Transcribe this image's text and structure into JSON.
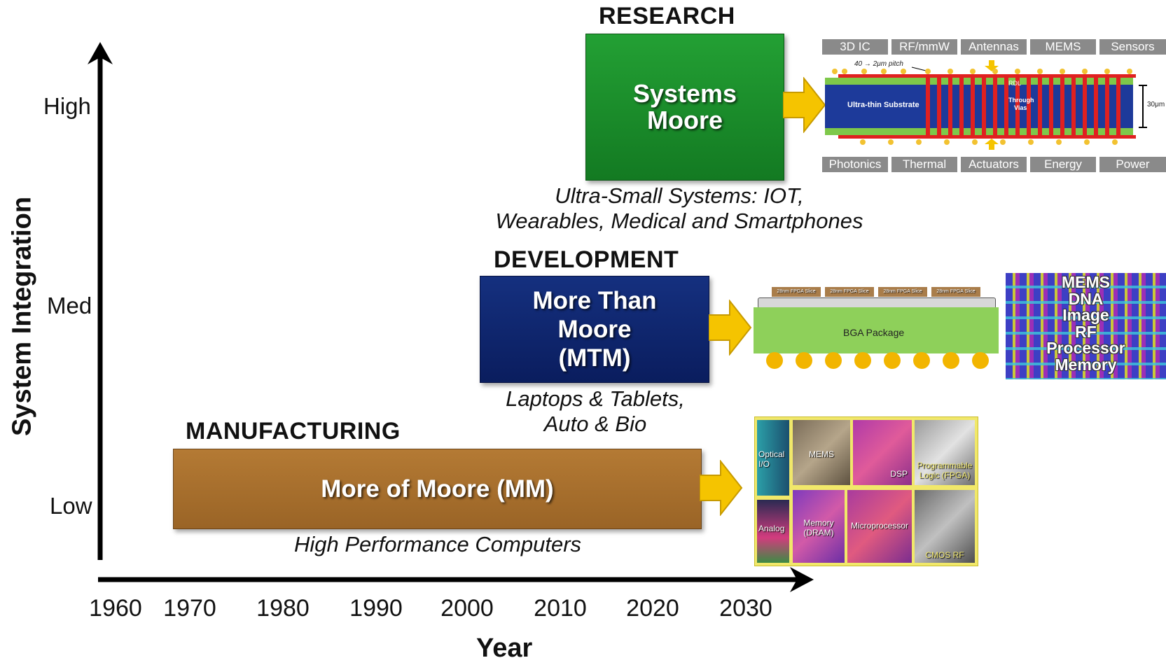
{
  "axes": {
    "y_label": "System Integration",
    "x_label": "Year",
    "y_levels": [
      "High",
      "Med",
      "Low"
    ],
    "x_ticks": [
      "1960",
      "1970",
      "1980",
      "1990",
      "2000",
      "2010",
      "2020",
      "2030"
    ]
  },
  "stages": {
    "research": {
      "title": "RESEARCH",
      "box_line1": "Systems",
      "box_line2": "Moore",
      "caption_line1": "Ultra-Small Systems: IOT,",
      "caption_line2": "Wearables, Medical and Smartphones",
      "color": "#1a8a2a"
    },
    "development": {
      "title": "DEVELOPMENT",
      "box_line1": "More Than",
      "box_line2": "Moore",
      "box_line3": "(MTM)",
      "caption_line1": "Laptops & Tablets,",
      "caption_line2": "Auto & Bio",
      "color": "#0e2470"
    },
    "manufacturing": {
      "title": "MANUFACTURING",
      "box_label": "More of Moore (MM)",
      "caption": "High Performance Computers",
      "color": "#a8702e"
    }
  },
  "research_figure": {
    "top_tags": [
      "3D IC",
      "RF/mmW",
      "Antennas",
      "MEMS",
      "Sensors"
    ],
    "bottom_tags": [
      "Photonics",
      "Thermal",
      "Actuators",
      "Energy",
      "Power"
    ],
    "pitch_label": "40 → 2μm pitch",
    "substrate_label": "Ultra-thin Substrate",
    "rdl_label": "RDL",
    "via_label_1": "Through",
    "via_label_2": "Vias",
    "thickness_label": "30μm"
  },
  "development_figure": {
    "slices": [
      "28nm FPGA Slice",
      "28nm FPGA Slice",
      "28nm FPGA Slice",
      "28nm FPGA Slice"
    ],
    "package_label": "BGA Package",
    "apps": [
      "MEMS",
      "DNA",
      "Image",
      "RF",
      "Processor",
      "Memory"
    ]
  },
  "manufacturing_figure": {
    "blocks": [
      "Optical I/O",
      "MEMS",
      "DSP",
      "Programmable Logic (FPGA)",
      "Analog",
      "Memory (DRAM)",
      "Microprocessor",
      "CMOS RF"
    ]
  }
}
